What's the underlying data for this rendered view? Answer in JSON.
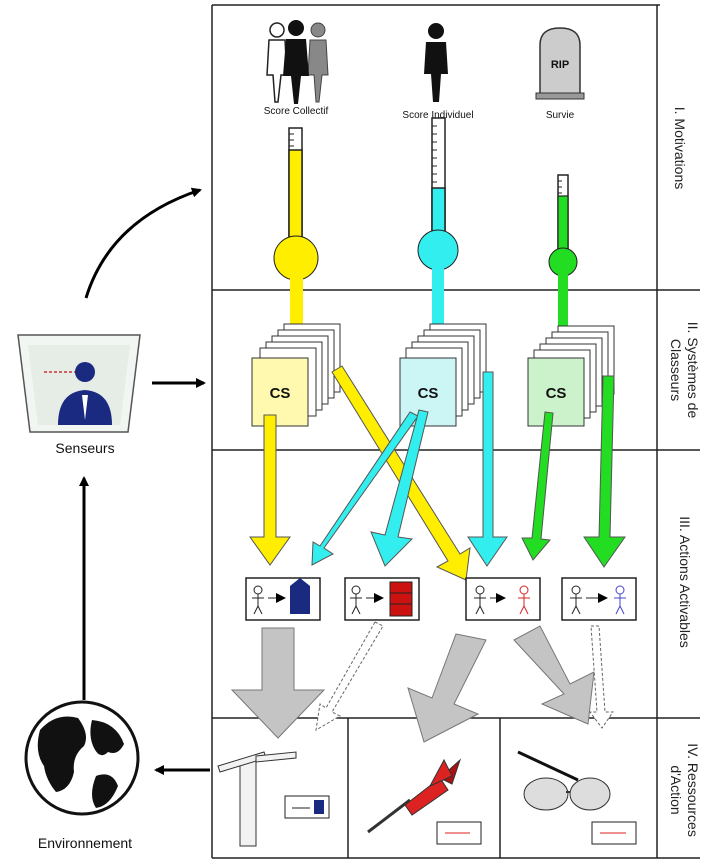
{
  "motivations": {
    "collective_label": "Score Collectif",
    "individual_label": "Score Individuel",
    "survival_label": "Survie",
    "tombstone_text": "RIP"
  },
  "sections": {
    "s1": "I. Motivations",
    "s2_line1": "II. Systèmes de",
    "s2_line2": "Classeurs",
    "s3": "III. Actions Activables",
    "s4_line1": "IV. Ressources",
    "s4_line2": "d'Action"
  },
  "classifier_label": "CS",
  "sensors_label": "Senseurs",
  "environment_label": "Environnement",
  "colors": {
    "collective": "#ffee00",
    "individual": "#33eeee",
    "survival": "#22dd22",
    "gray_arrow": "#c4c4c4"
  },
  "icons": {
    "collective": "group-of-people-icon",
    "individual": "person-icon",
    "survival": "tombstone-icon",
    "sensors": "sensor-person-icon",
    "environment": "globe-icon",
    "resource_1": "pole-tool-icon",
    "resource_2": "dart-icon",
    "resource_3": "glasses-icon"
  }
}
